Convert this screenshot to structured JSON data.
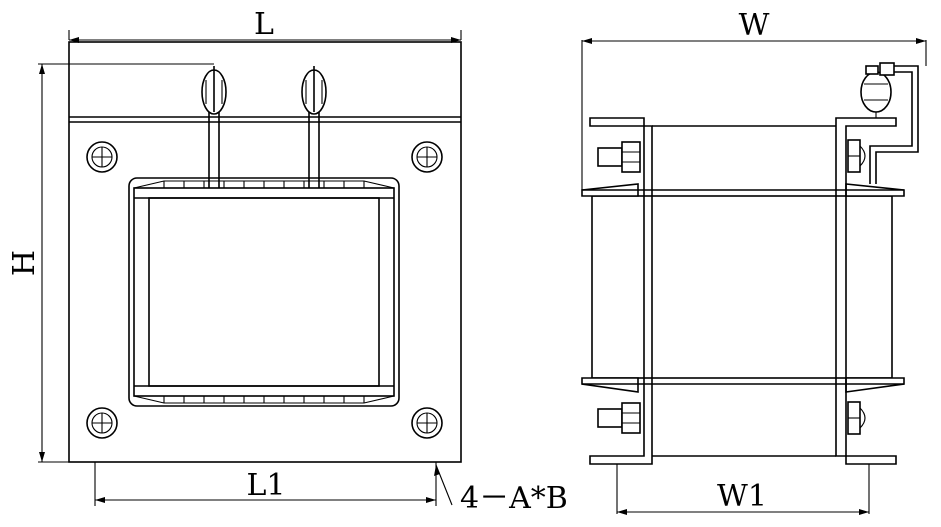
{
  "labels": {
    "length": "L",
    "height": "H",
    "mount_length": "L1",
    "holes": "4－A*B",
    "width": "W",
    "mount_width": "W1"
  }
}
